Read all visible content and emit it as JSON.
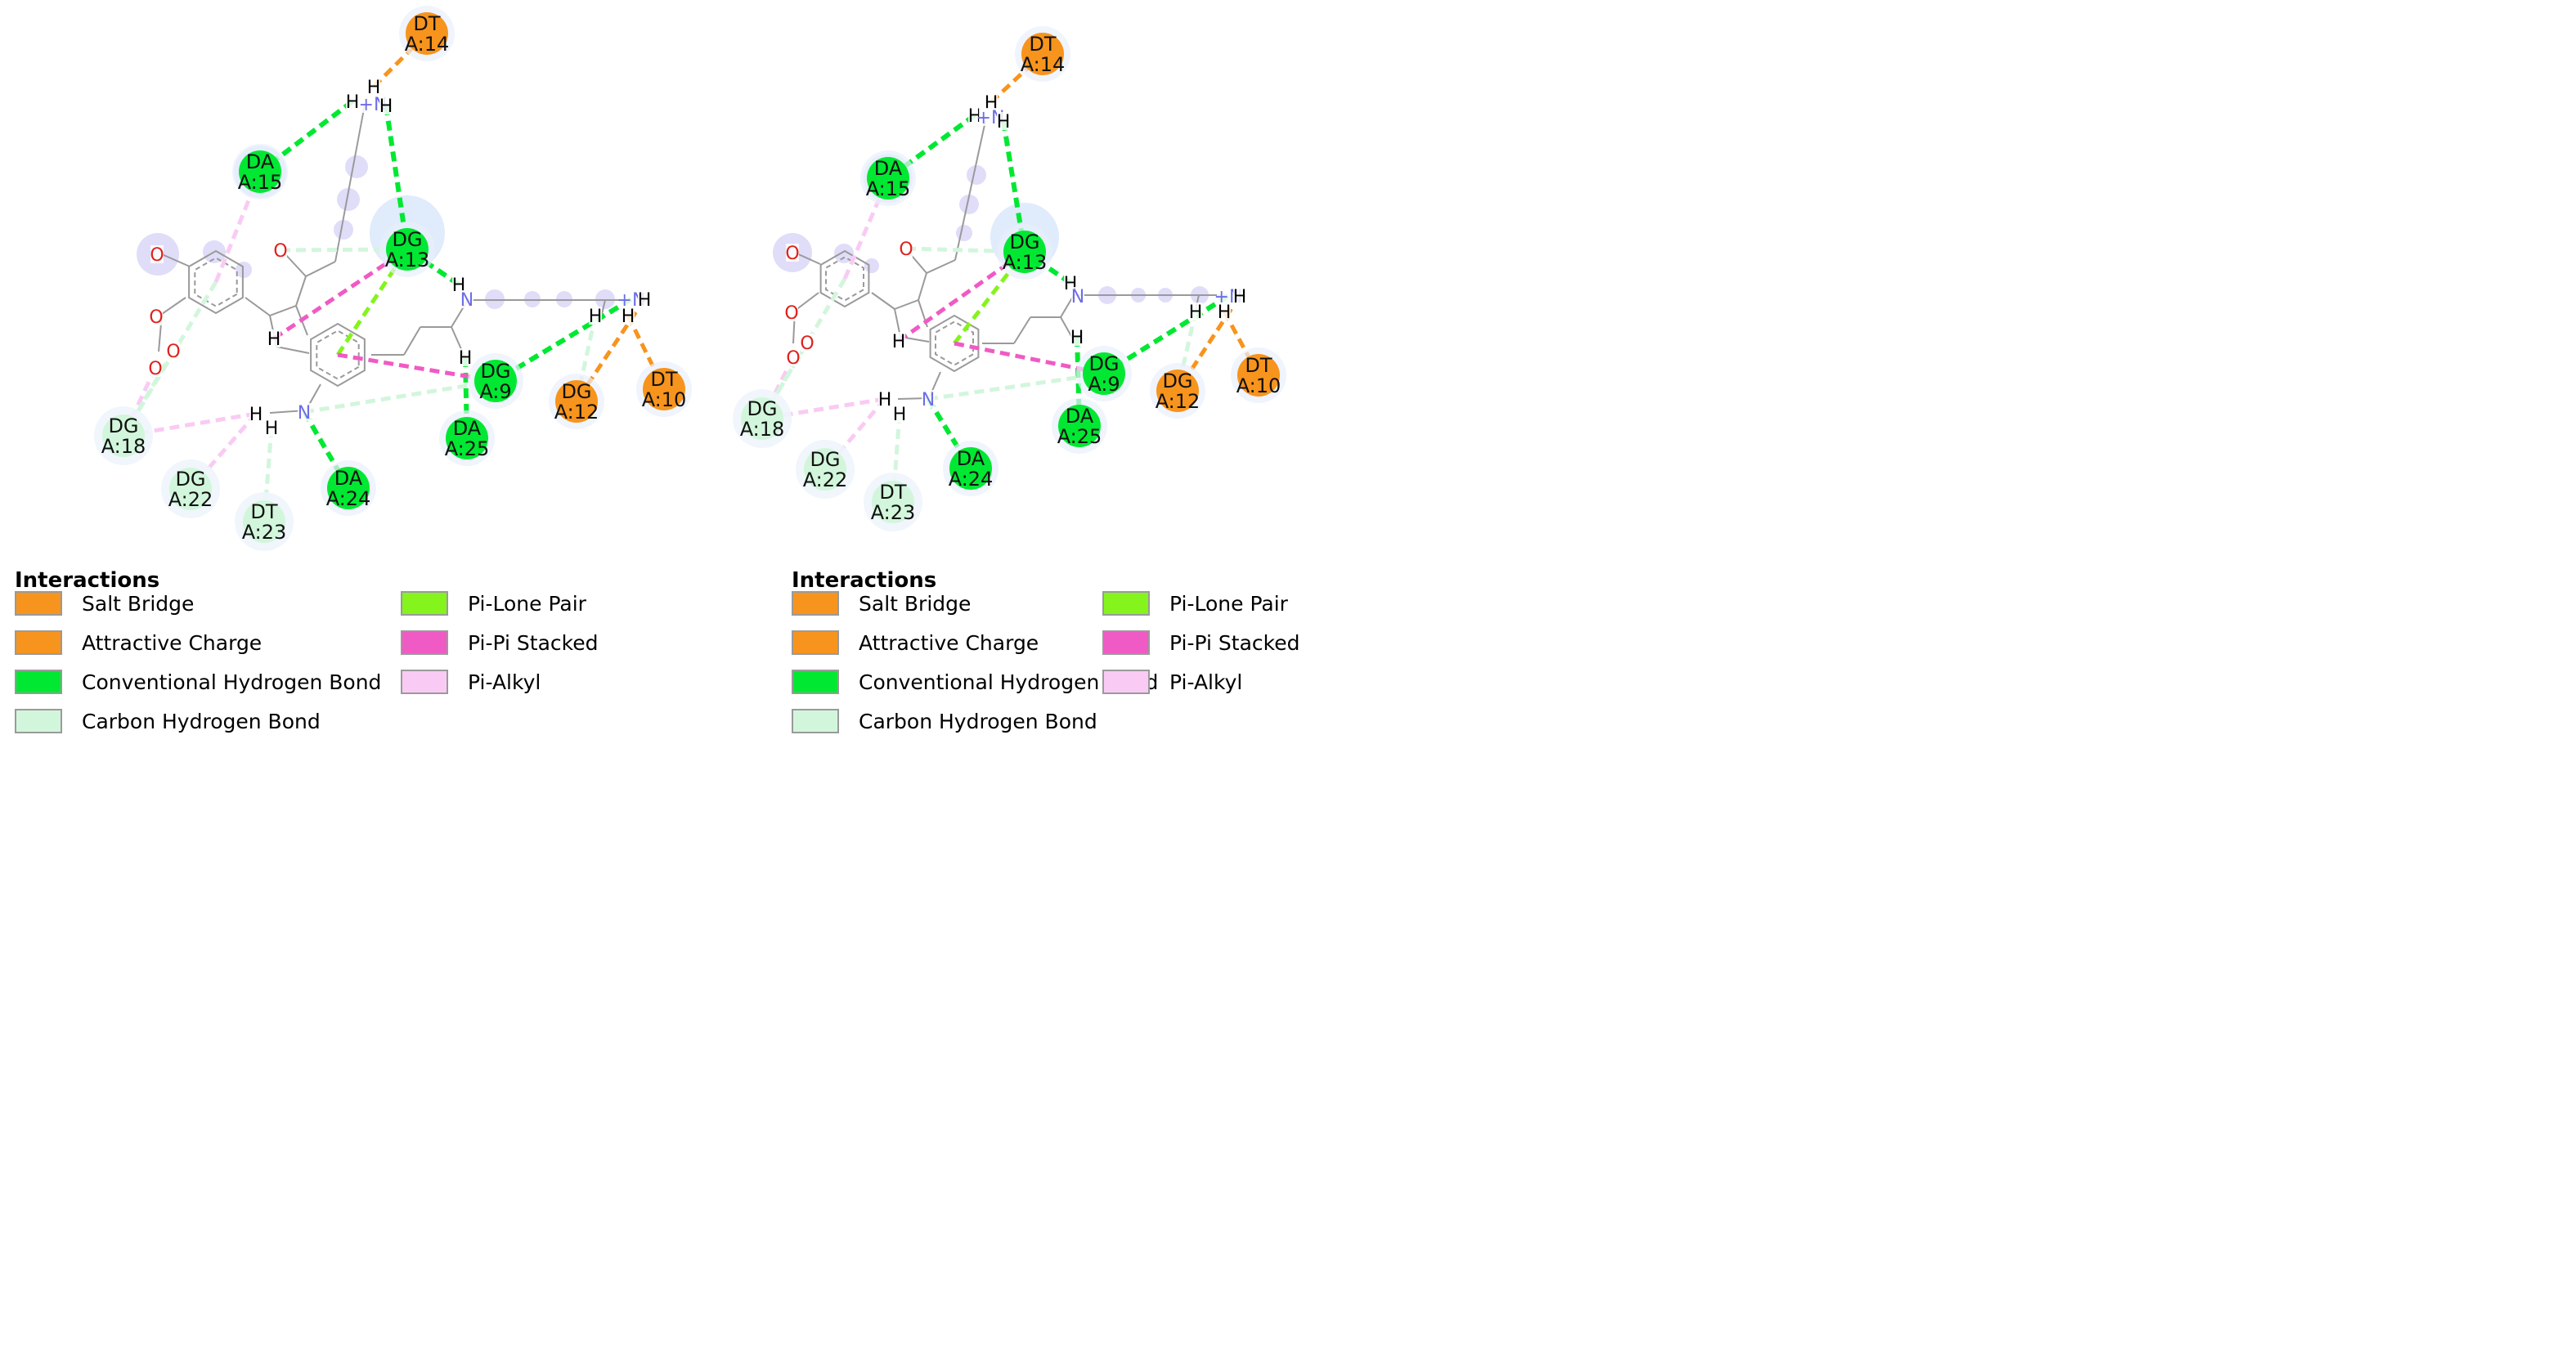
{
  "panels": [
    {
      "nodes": [
        {
          "id": "dt14",
          "line1": "DT",
          "line2": "A:14",
          "type": "salt_bridge"
        },
        {
          "id": "da15",
          "line1": "DA",
          "line2": "A:15",
          "type": "conventional_hbond"
        },
        {
          "id": "dg13",
          "line1": "DG",
          "line2": "A:13",
          "type": "conventional_hbond"
        },
        {
          "id": "dg9",
          "line1": "DG",
          "line2": "A:9",
          "type": "conventional_hbond"
        },
        {
          "id": "dg12",
          "line1": "DG",
          "line2": "A:12",
          "type": "salt_bridge"
        },
        {
          "id": "dt10",
          "line1": "DT",
          "line2": "A:10",
          "type": "salt_bridge"
        },
        {
          "id": "da25",
          "line1": "DA",
          "line2": "A:25",
          "type": "conventional_hbond"
        },
        {
          "id": "dg18",
          "line1": "DG",
          "line2": "A:18",
          "type": "carbon_hbond"
        },
        {
          "id": "dg22",
          "line1": "DG",
          "line2": "A:22",
          "type": "carbon_hbond"
        },
        {
          "id": "dt23",
          "line1": "DT",
          "line2": "A:23",
          "type": "carbon_hbond"
        },
        {
          "id": "da24",
          "line1": "DA",
          "line2": "A:24",
          "type": "conventional_hbond"
        }
      ],
      "atom_labels": [
        "H",
        "H",
        "+N",
        "H",
        "H",
        "N",
        "O",
        "O",
        "O",
        "H",
        "H",
        "N",
        "+N",
        "H",
        "H",
        "H",
        "O",
        "O",
        "H",
        "H"
      ],
      "legend": {
        "title": "Interactions",
        "items": [
          {
            "key": "salt_bridge",
            "label": "Salt Bridge",
            "color": "#F7941D"
          },
          {
            "key": "attractive_charge",
            "label": "Attractive Charge",
            "color": "#F7941D"
          },
          {
            "key": "conventional_hbond",
            "label": "Conventional Hydrogen Bond",
            "color": "#00E832"
          },
          {
            "key": "carbon_hbond",
            "label": "Carbon Hydrogen Bond",
            "color": "#D2F6DC"
          },
          {
            "key": "pi_lone_pair",
            "label": "Pi-Lone Pair",
            "color": "#84F41C"
          },
          {
            "key": "pi_pi_stacked",
            "label": "Pi-Pi Stacked",
            "color": "#F05AC4"
          },
          {
            "key": "pi_alkyl",
            "label": "Pi-Alkyl",
            "color": "#F9CBF4"
          }
        ]
      }
    },
    {
      "nodes": [
        {
          "id": "dt14",
          "line1": "DT",
          "line2": "A:14",
          "type": "salt_bridge"
        },
        {
          "id": "da15",
          "line1": "DA",
          "line2": "A:15",
          "type": "conventional_hbond"
        },
        {
          "id": "dg13",
          "line1": "DG",
          "line2": "A:13",
          "type": "conventional_hbond"
        },
        {
          "id": "dg9",
          "line1": "DG",
          "line2": "A:9",
          "type": "conventional_hbond"
        },
        {
          "id": "dg12",
          "line1": "DG",
          "line2": "A:12",
          "type": "salt_bridge"
        },
        {
          "id": "dt10",
          "line1": "DT",
          "line2": "A:10",
          "type": "salt_bridge"
        },
        {
          "id": "da25",
          "line1": "DA",
          "line2": "A:25",
          "type": "conventional_hbond"
        },
        {
          "id": "dg18",
          "line1": "DG",
          "line2": "A:18",
          "type": "carbon_hbond"
        },
        {
          "id": "dg22",
          "line1": "DG",
          "line2": "A:22",
          "type": "carbon_hbond"
        },
        {
          "id": "dt23",
          "line1": "DT",
          "line2": "A:23",
          "type": "carbon_hbond"
        },
        {
          "id": "da24",
          "line1": "DA",
          "line2": "A:24",
          "type": "conventional_hbond"
        }
      ],
      "atom_labels": [
        "H",
        "H",
        "+N",
        "H",
        "H",
        "N",
        "O",
        "O",
        "O",
        "H",
        "H",
        "N",
        "+N",
        "H",
        "H",
        "H",
        "O",
        "O",
        "H",
        "H"
      ],
      "legend": {
        "title": "Interactions",
        "items": [
          {
            "key": "salt_bridge",
            "label": "Salt Bridge",
            "color": "#F7941D"
          },
          {
            "key": "attractive_charge",
            "label": "Attractive Charge",
            "color": "#F7941D"
          },
          {
            "key": "conventional_hbond",
            "label": "Conventional Hydrogen Bond",
            "color": "#00E832"
          },
          {
            "key": "carbon_hbond",
            "label": "Carbon Hydrogen Bond",
            "color": "#D2F6DC"
          },
          {
            "key": "pi_lone_pair",
            "label": "Pi-Lone Pair",
            "color": "#84F41C"
          },
          {
            "key": "pi_pi_stacked",
            "label": "Pi-Pi Stacked",
            "color": "#F05AC4"
          },
          {
            "key": "pi_alkyl",
            "label": "Pi-Alkyl",
            "color": "#F9CBF4"
          }
        ]
      }
    }
  ]
}
